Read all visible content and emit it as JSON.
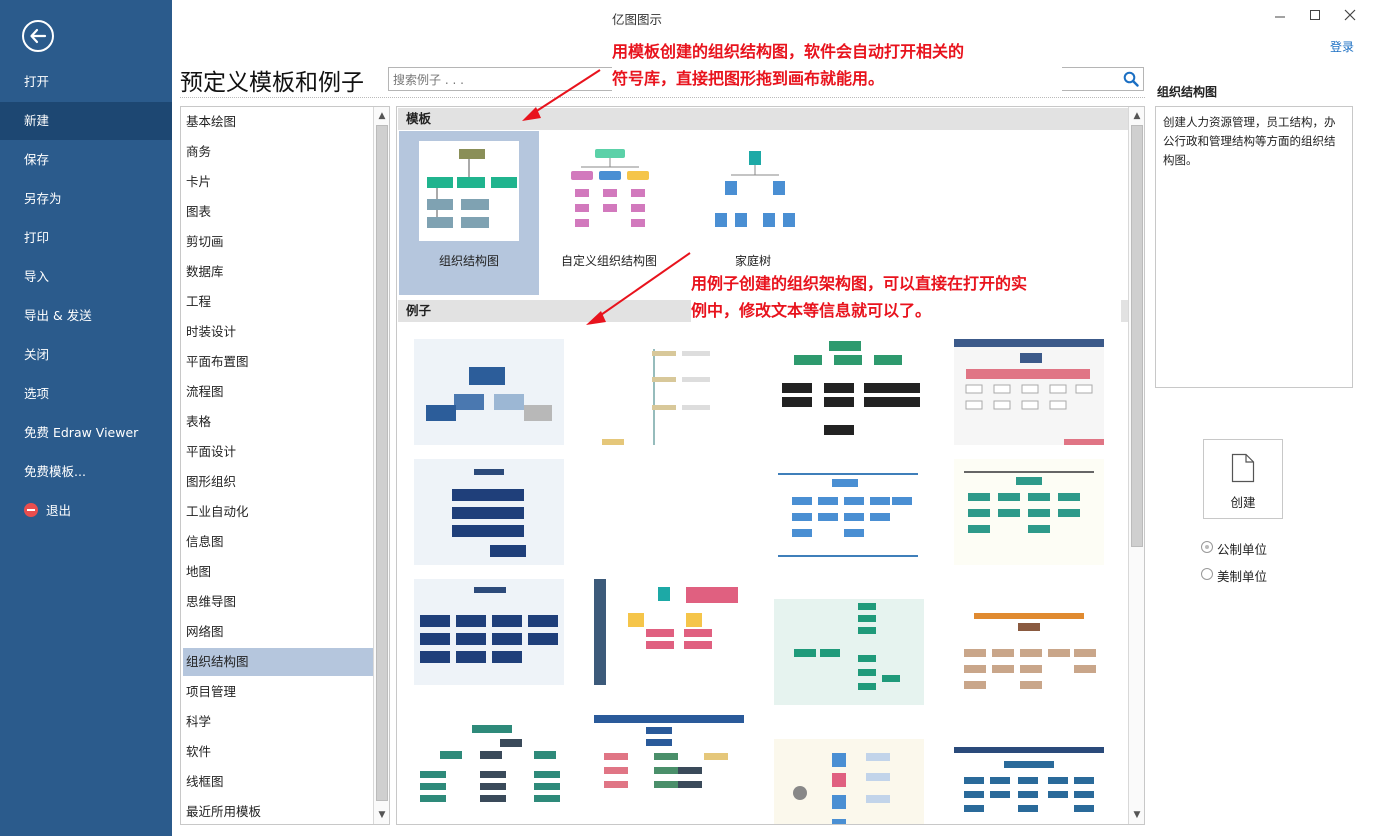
{
  "window": {
    "title": "亿图图示",
    "login": "登录"
  },
  "nav": {
    "items": [
      "打开",
      "新建",
      "保存",
      "另存为",
      "打印",
      "导入",
      "导出 & 发送",
      "关闭",
      "选项",
      "免费 Edraw Viewer",
      "免费模板..."
    ],
    "exit_label": "退出",
    "active": "新建"
  },
  "page_title": "预定义模板和例子",
  "search": {
    "placeholder": "搜索例子 . . ."
  },
  "categories": [
    "基本绘图",
    "商务",
    "卡片",
    "图表",
    "剪切画",
    "数据库",
    "工程",
    "时装设计",
    "平面布置图",
    "流程图",
    "表格",
    "平面设计",
    "图形组织",
    "工业自动化",
    "信息图",
    "地图",
    "思维导图",
    "网络图",
    "组织结构图",
    "项目管理",
    "科学",
    "软件",
    "线框图",
    "最近所用模板"
  ],
  "active_category": "组织结构图",
  "gallery": {
    "templates_header": "模板",
    "examples_header": "例子",
    "templates": [
      {
        "label": "组织结构图",
        "selected": true
      },
      {
        "label": "自定义组织结构图",
        "selected": false
      },
      {
        "label": "家庭树",
        "selected": false
      }
    ]
  },
  "right_panel": {
    "title": "组织结构图",
    "description": "创建人力资源管理，员工结构，办公行政和管理结构等方面的组织结构图。",
    "create_label": "创建",
    "units": [
      {
        "label": "公制单位",
        "selected": true
      },
      {
        "label": "美制单位",
        "selected": false
      }
    ]
  },
  "annotations": {
    "template_note_line1": "用模板创建的组织结构图，软件会自动打开相关的",
    "template_note_line2": "符号库，直接把图形拖到画布就能用。",
    "example_note_line1": "用例子创建的组织架构图，可以直接在打开的实",
    "example_note_line2": "例中，修改文本等信息就可以了。"
  },
  "colors": {
    "nav_bg": "#2b5b8c",
    "nav_active": "#1d4772",
    "selection": "#b5c6dd",
    "annotation": "#e8131d",
    "link": "#1b6fc3"
  }
}
